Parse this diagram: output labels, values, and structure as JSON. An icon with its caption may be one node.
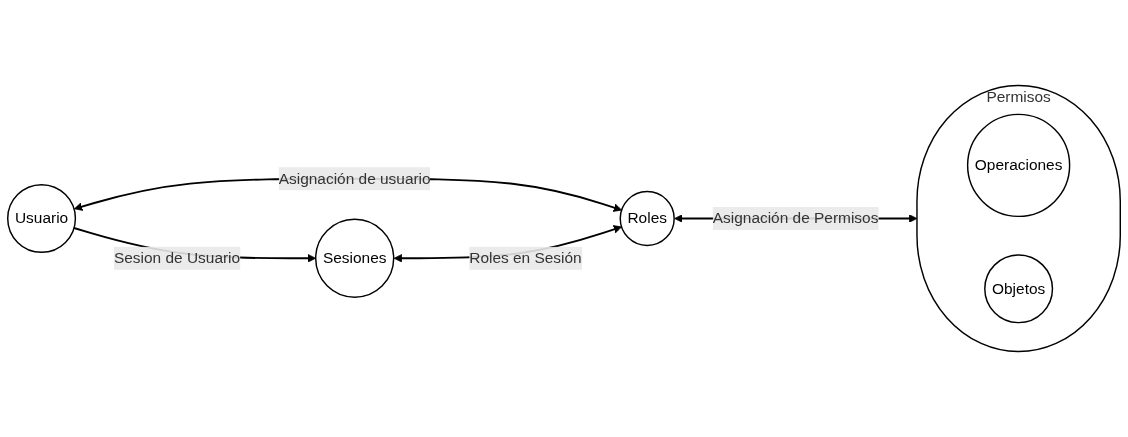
{
  "diagram": {
    "nodes": [
      {
        "text": [
          "Usuario"
        ]
      },
      {
        "text": [
          "Roles"
        ]
      },
      {
        "text": [
          "Permisos"
        ]
      },
      {
        "text": [
          "Operaciones"
        ],
        "in": 2
      },
      {
        "text": [
          "Objetos"
        ],
        "in": 2
      },
      {
        "text": [
          "Sesiones"
        ]
      }
    ],
    "edges": [
      {
        "from": 0,
        "to": 1,
        "arrow": "both",
        "label": "Asignación de usuario"
      },
      {
        "from": 1,
        "to": 2,
        "arrow": "both",
        "label": "Asignación de Permisos"
      },
      {
        "from": 0,
        "to": 5,
        "arrow": "to",
        "label": "Sesion de Usuario"
      },
      {
        "from": 5,
        "to": 1,
        "arrow": "both",
        "label": "Roles en Sesión"
      }
    ]
  }
}
